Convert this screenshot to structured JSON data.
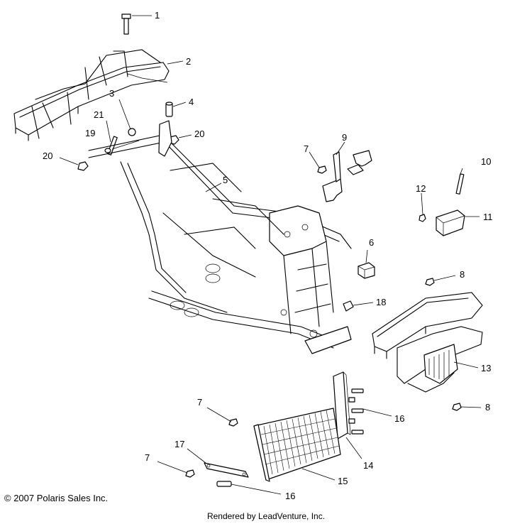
{
  "callouts": [
    {
      "id": "c1",
      "label": "1"
    },
    {
      "id": "c2",
      "label": "2"
    },
    {
      "id": "c3",
      "label": "3"
    },
    {
      "id": "c4",
      "label": "4"
    },
    {
      "id": "c5",
      "label": "5"
    },
    {
      "id": "c6",
      "label": "6"
    },
    {
      "id": "c7a",
      "label": "7"
    },
    {
      "id": "c7b",
      "label": "7"
    },
    {
      "id": "c7c",
      "label": "7"
    },
    {
      "id": "c8a",
      "label": "8"
    },
    {
      "id": "c8b",
      "label": "8"
    },
    {
      "id": "c9",
      "label": "9"
    },
    {
      "id": "c10",
      "label": "10"
    },
    {
      "id": "c11",
      "label": "11"
    },
    {
      "id": "c12",
      "label": "12"
    },
    {
      "id": "c13",
      "label": "13"
    },
    {
      "id": "c14",
      "label": "14"
    },
    {
      "id": "c15",
      "label": "15"
    },
    {
      "id": "c16a",
      "label": "16"
    },
    {
      "id": "c16b",
      "label": "16"
    },
    {
      "id": "c17",
      "label": "17"
    },
    {
      "id": "c18",
      "label": "18"
    },
    {
      "id": "c19",
      "label": "19"
    },
    {
      "id": "c20a",
      "label": "20"
    },
    {
      "id": "c20b",
      "label": "20"
    },
    {
      "id": "c21",
      "label": "21"
    }
  ],
  "footer": {
    "copyright": "© 2007 Polaris Sales Inc.",
    "rendered_by": "Rendered by LeadVenture, Inc."
  }
}
